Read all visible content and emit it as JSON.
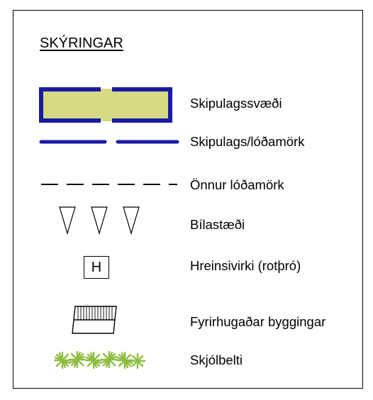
{
  "legend": {
    "title": "SKÝRINGAR",
    "items": [
      {
        "label": "Skipulagssvæði",
        "icon": "planning-area-symbol"
      },
      {
        "label": "Skipulags/lóðamörk",
        "icon": "planning-boundary-line-symbol"
      },
      {
        "label": "Önnur lóðamörk",
        "icon": "other-boundary-dashed-line-symbol"
      },
      {
        "label": "Bílastæði",
        "icon": "parking-triangles-symbol"
      },
      {
        "label": "Hreinsivirki (rotþró)",
        "icon": "septic-tank-box-symbol",
        "symbol_text": "H"
      },
      {
        "label": "Fyrirhugaðar byggingar",
        "icon": "planned-building-hatched-symbol"
      },
      {
        "label": "Skjólbelti",
        "icon": "shelterbelt-shrubs-symbol"
      }
    ],
    "colors": {
      "boundary_blue": "#1a1aa6",
      "area_fill": "#d6da82",
      "shrub_green": "#8cbd3f"
    }
  }
}
